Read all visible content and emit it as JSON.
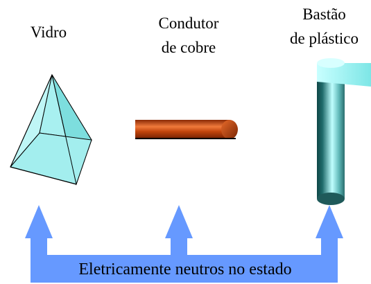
{
  "labels": {
    "glass": "Vidro",
    "copper_line1": "Condutor",
    "copper_line2": "de cobre",
    "plastic_line1": "Bastão",
    "plastic_line2": "de plástico",
    "caption": "Eletricamente neutros no estado"
  },
  "colors": {
    "glass_face": "#a8f0f0",
    "glass_face_dark": "#7ddede",
    "copper": "#c2450c",
    "copper_highlight": "#f07a3c",
    "rod_dark": "#0f4747",
    "rod_light": "#bfffff",
    "arrow": "#6699ff"
  }
}
